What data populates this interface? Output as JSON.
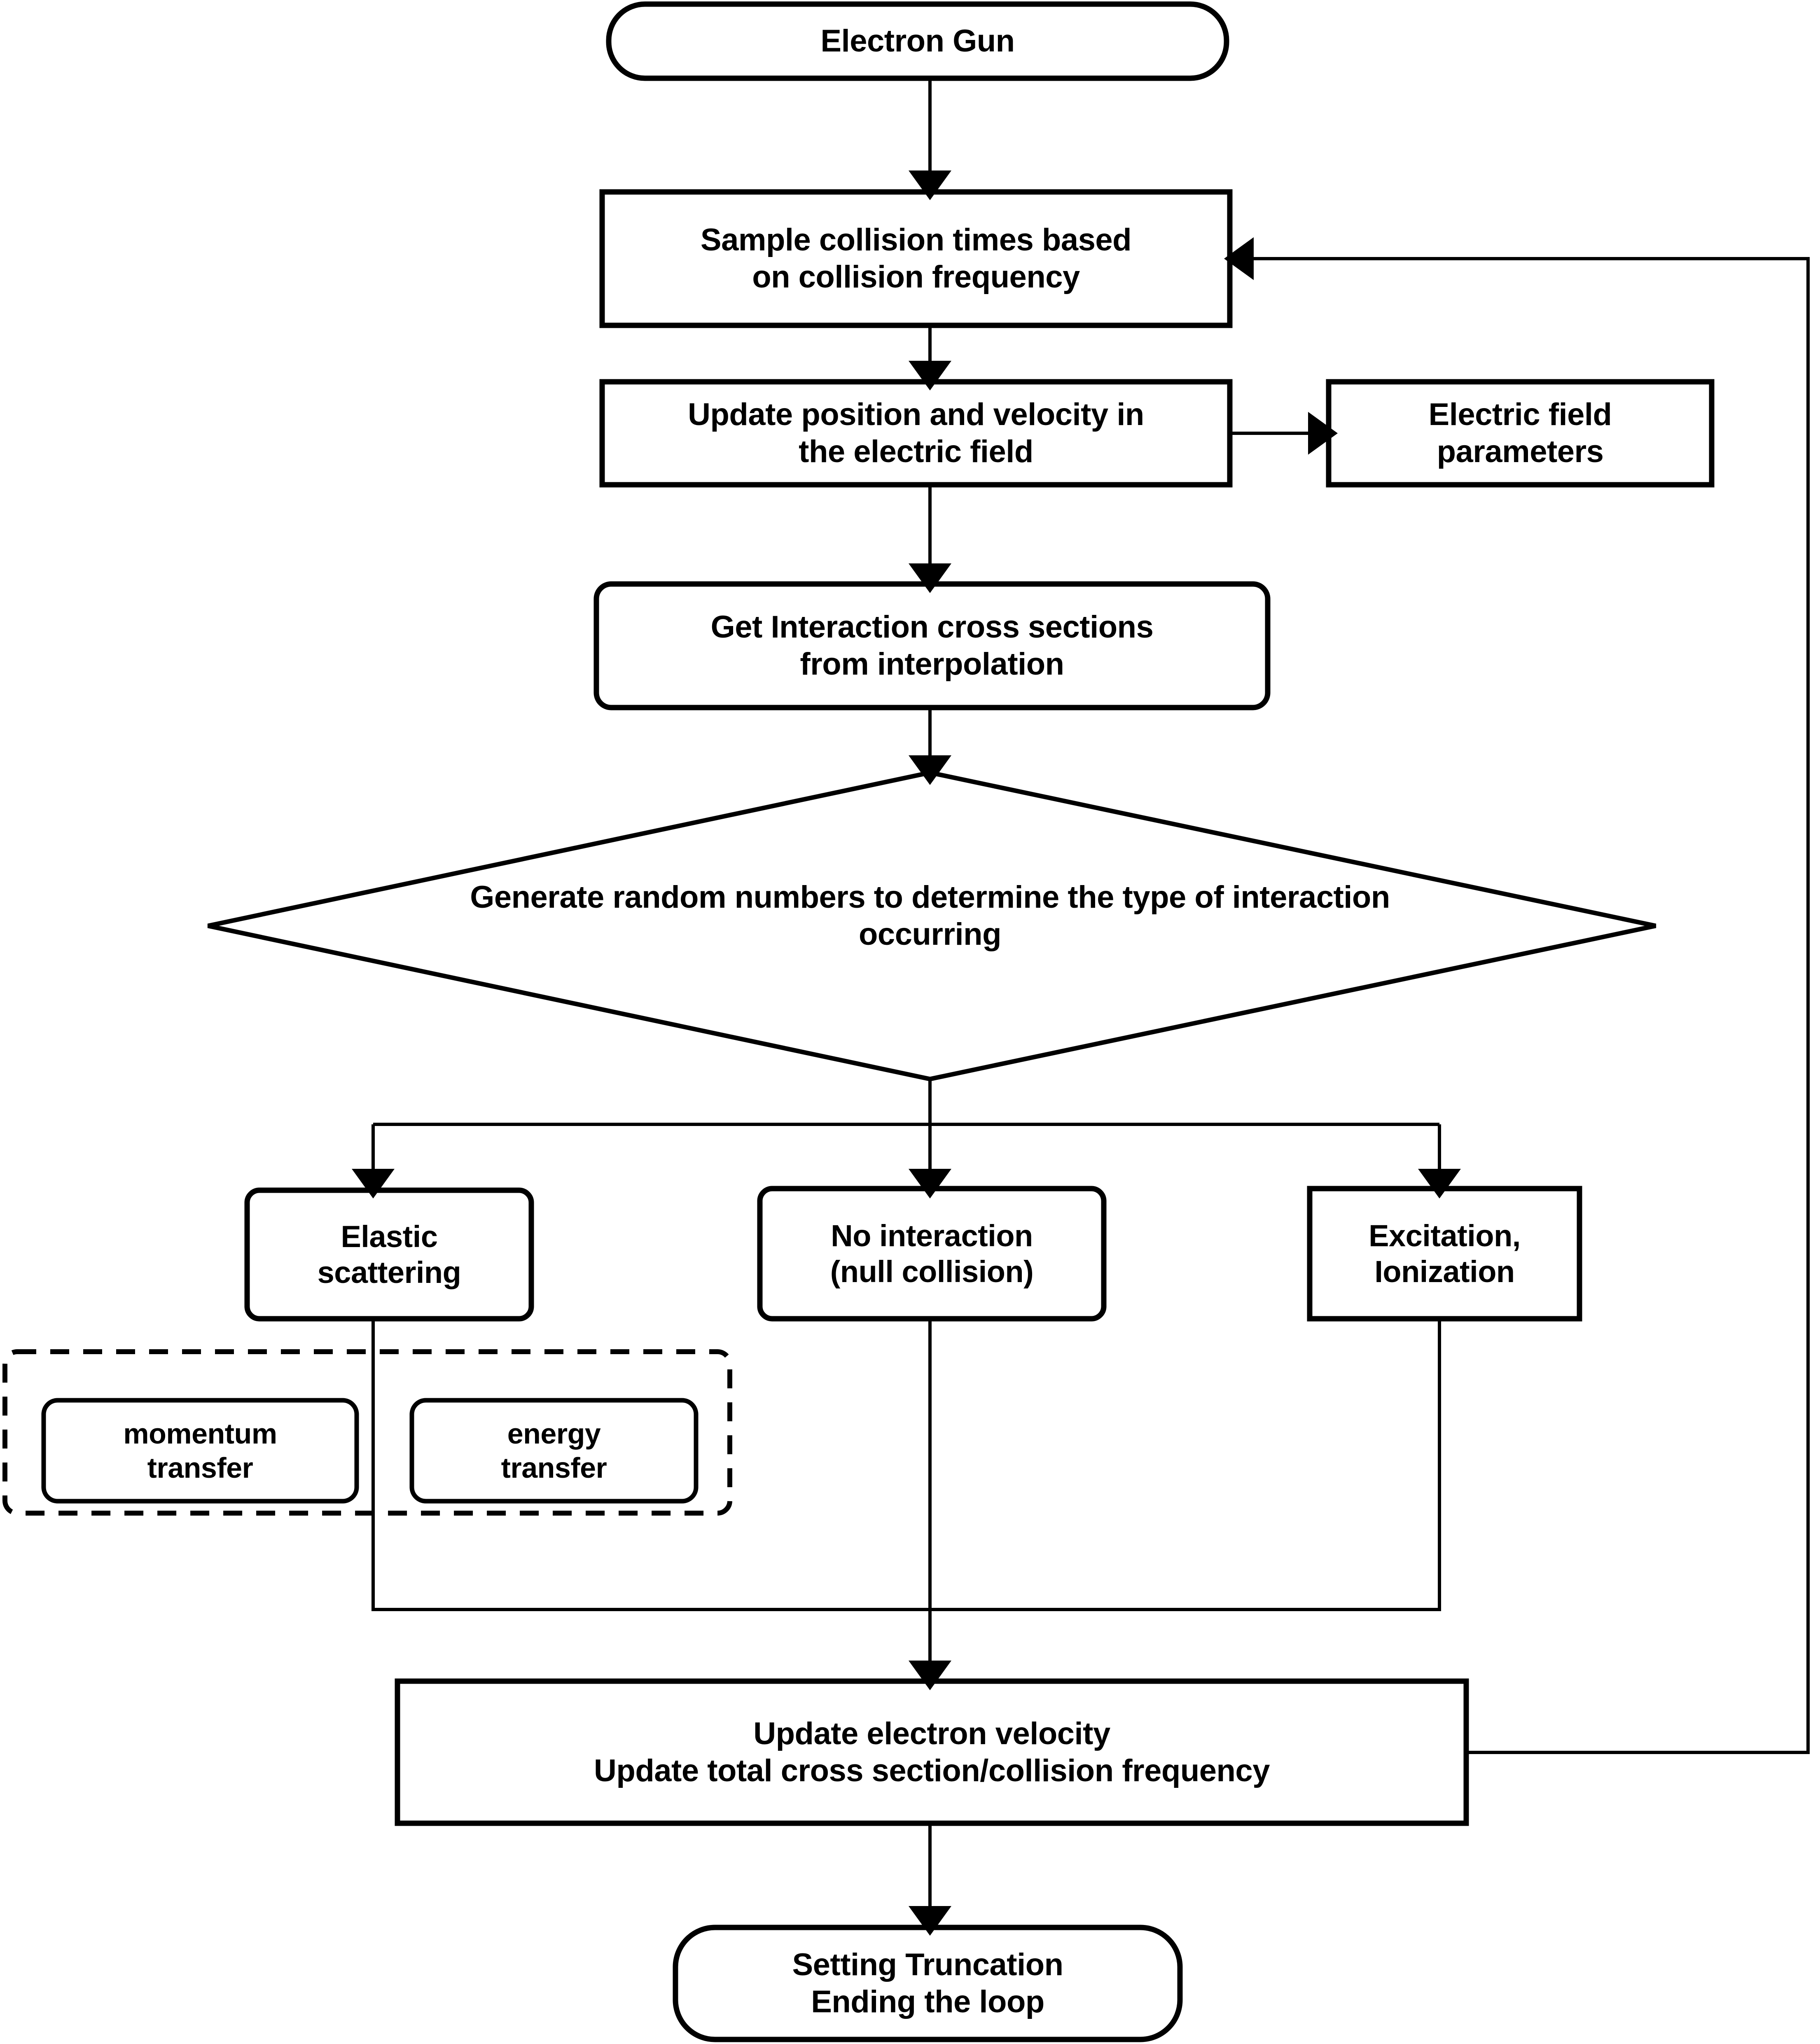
{
  "diagram": {
    "title": "Electron Monte Carlo simulation flowchart",
    "colors": {
      "line": "#000000",
      "fill": "#ffffff",
      "text": "#000000"
    },
    "nodes": {
      "start": {
        "label": "Electron Gun",
        "shape": "rounded-terminal"
      },
      "sample_collision": {
        "label": "Sample collision times based\non collision frequency",
        "shape": "rectangle"
      },
      "update_position": {
        "label": "Update position and velocity in\nthe electric field",
        "shape": "rectangle"
      },
      "field_params": {
        "label": "Electric field\nparameters",
        "shape": "rectangle"
      },
      "cross_sections": {
        "label": "Get Interaction cross sections\nfrom interpolation",
        "shape": "rounded-rectangle"
      },
      "decision": {
        "label": "Generate random numbers to determine the type of interaction\noccurring",
        "shape": "diamond"
      },
      "elastic": {
        "label": "Elastic\nscattering",
        "shape": "rounded-rectangle"
      },
      "no_interaction": {
        "label": "No interaction\n(null collision)",
        "shape": "rounded-rectangle"
      },
      "excitation": {
        "label": "Excitation,\nIonization",
        "shape": "rectangle"
      },
      "momentum_transfer": {
        "label": "momentum\ntransfer",
        "shape": "rounded-rectangle"
      },
      "energy_transfer": {
        "label": "energy\ntransfer",
        "shape": "rounded-rectangle"
      },
      "update_velocity": {
        "label": "Update electron velocity\nUpdate total cross section/collision frequency",
        "shape": "rectangle"
      },
      "end": {
        "label": "Setting Truncation\nEnding the loop",
        "shape": "rounded-terminal"
      }
    },
    "groups": {
      "elastic_detail": {
        "label": "",
        "shape": "dashed-rounded-rectangle"
      }
    },
    "edges": [
      {
        "from": "start",
        "to": "sample_collision",
        "arrow": true
      },
      {
        "from": "sample_collision",
        "to": "update_position",
        "arrow": true
      },
      {
        "from": "update_position",
        "to": "field_params",
        "arrow": true
      },
      {
        "from": "update_position",
        "to": "cross_sections",
        "arrow": true
      },
      {
        "from": "cross_sections",
        "to": "decision",
        "arrow": true
      },
      {
        "from": "decision",
        "to": "elastic",
        "arrow": true
      },
      {
        "from": "decision",
        "to": "no_interaction",
        "arrow": true
      },
      {
        "from": "decision",
        "to": "excitation",
        "arrow": true
      },
      {
        "from": "elastic",
        "to": "update_velocity",
        "arrow": false
      },
      {
        "from": "no_interaction",
        "to": "update_velocity",
        "arrow": true
      },
      {
        "from": "excitation",
        "to": "update_velocity",
        "arrow": false
      },
      {
        "from": "update_velocity",
        "to": "sample_collision",
        "arrow": true
      },
      {
        "from": "update_velocity",
        "to": "end",
        "arrow": true
      }
    ]
  }
}
